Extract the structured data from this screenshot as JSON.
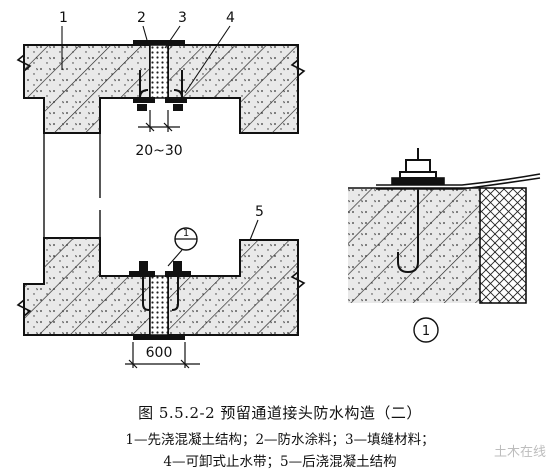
{
  "labels": {
    "n1": "1",
    "n2": "2",
    "n3": "3",
    "n4": "4",
    "n5": "5",
    "gap": "20~30",
    "width": "600",
    "detail_ref": "1",
    "detail_circle": "1"
  },
  "caption": {
    "title": "图 5.5.2-2   预留通道接头防水构造（二）",
    "legend_line1": "1—先浇混凝土结构；2—防水涂料；3—填缝材料；",
    "legend_line2": "4—可卸式止水带；5—后浇混凝土结构"
  },
  "watermark": "土木在线",
  "colors": {
    "ink": "#111111",
    "concrete": "#e6e6e6",
    "hatch": "#222222"
  }
}
